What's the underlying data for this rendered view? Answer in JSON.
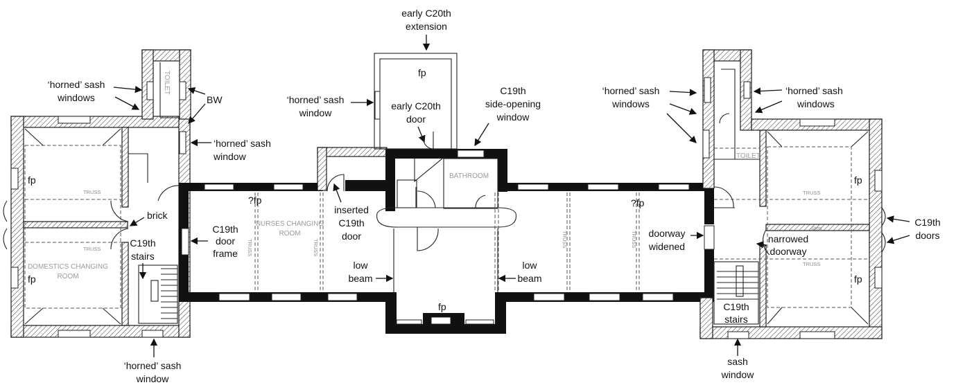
{
  "labels": {
    "early_c20th_extension": [
      "early C20th",
      "extension"
    ],
    "horned_sash_windows_left": [
      "‘horned’ sash",
      "windows"
    ],
    "bw": "BW",
    "horned_sash_window_left_mid": [
      "‘horned’ sash",
      "window"
    ],
    "horned_sash_window_ext": [
      "‘horned’ sash",
      "window"
    ],
    "early_c20th_door": [
      "early C20th",
      "door"
    ],
    "c19th_side_opening_window": [
      "C19th",
      "side-opening",
      "window"
    ],
    "horned_sash_windows_right_a": [
      "‘horned’ sash",
      "windows"
    ],
    "horned_sash_windows_right_b": [
      "‘horned’ sash",
      "windows"
    ],
    "fp": "fp",
    "qfp": "?fp",
    "brick": "brick",
    "c19th_stairs": [
      "C19th",
      "stairs"
    ],
    "c19th_door_frame": [
      "C19th",
      "door",
      "frame"
    ],
    "inserted_c19th_door": [
      "inserted",
      "C19th",
      "door"
    ],
    "low_beam": [
      "low",
      "beam"
    ],
    "doorway_widened": [
      "doorway",
      "widened"
    ],
    "narrowed_doorway": [
      "narrowed",
      "doorway"
    ],
    "c19th_doors": [
      "C19th",
      "doors"
    ],
    "horned_sash_window_bottom": [
      "‘horned’ sash",
      "window"
    ],
    "sash_window_bottom": [
      "sash",
      "window"
    ]
  },
  "rooms": {
    "toilet": "TOILET",
    "bathroom": "BATHROOM",
    "nurses": [
      "NURSES CHANGING",
      "ROOM"
    ],
    "domestics": [
      "DOMESTICS CHANGING",
      "ROOM"
    ],
    "truss": "TRUSS",
    "step": "Step"
  }
}
